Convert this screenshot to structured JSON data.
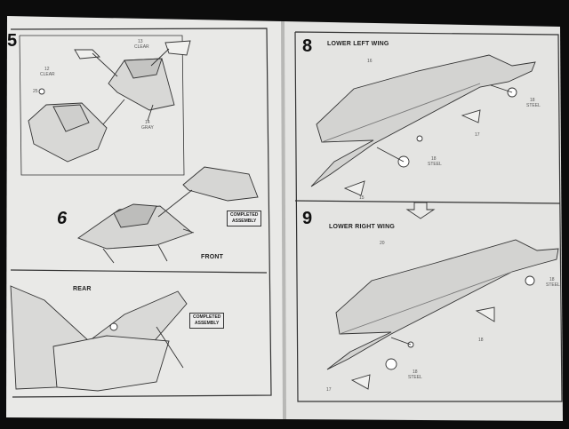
{
  "steps": {
    "s5": "5",
    "s6": "6",
    "s8": "8",
    "s9": "9"
  },
  "headings": {
    "lower_left_wing": "LOWER LEFT WING",
    "lower_right_wing": "LOWER RIGHT WING",
    "front": "FRONT",
    "rear": "REAR"
  },
  "badges": {
    "completed_assembly": [
      "COMPLETED",
      "ASSEMBLY"
    ]
  },
  "callouts": {
    "p13": "13",
    "clear1": "CLEAR",
    "p12": "12",
    "clear2": "CLEAR",
    "p25": "25",
    "p14": "14",
    "gray": "GRAY",
    "p16": "16",
    "p18a": "18",
    "steel_a": "STEEL",
    "p17a": "17",
    "p18b": "18",
    "steel_b": "STEEL",
    "p15": "15",
    "p20": "20",
    "p18c": "18",
    "steel_c": "STEEL",
    "p18d": "18",
    "p18e": "18",
    "steel_d": "STEEL",
    "p17b": "17"
  }
}
